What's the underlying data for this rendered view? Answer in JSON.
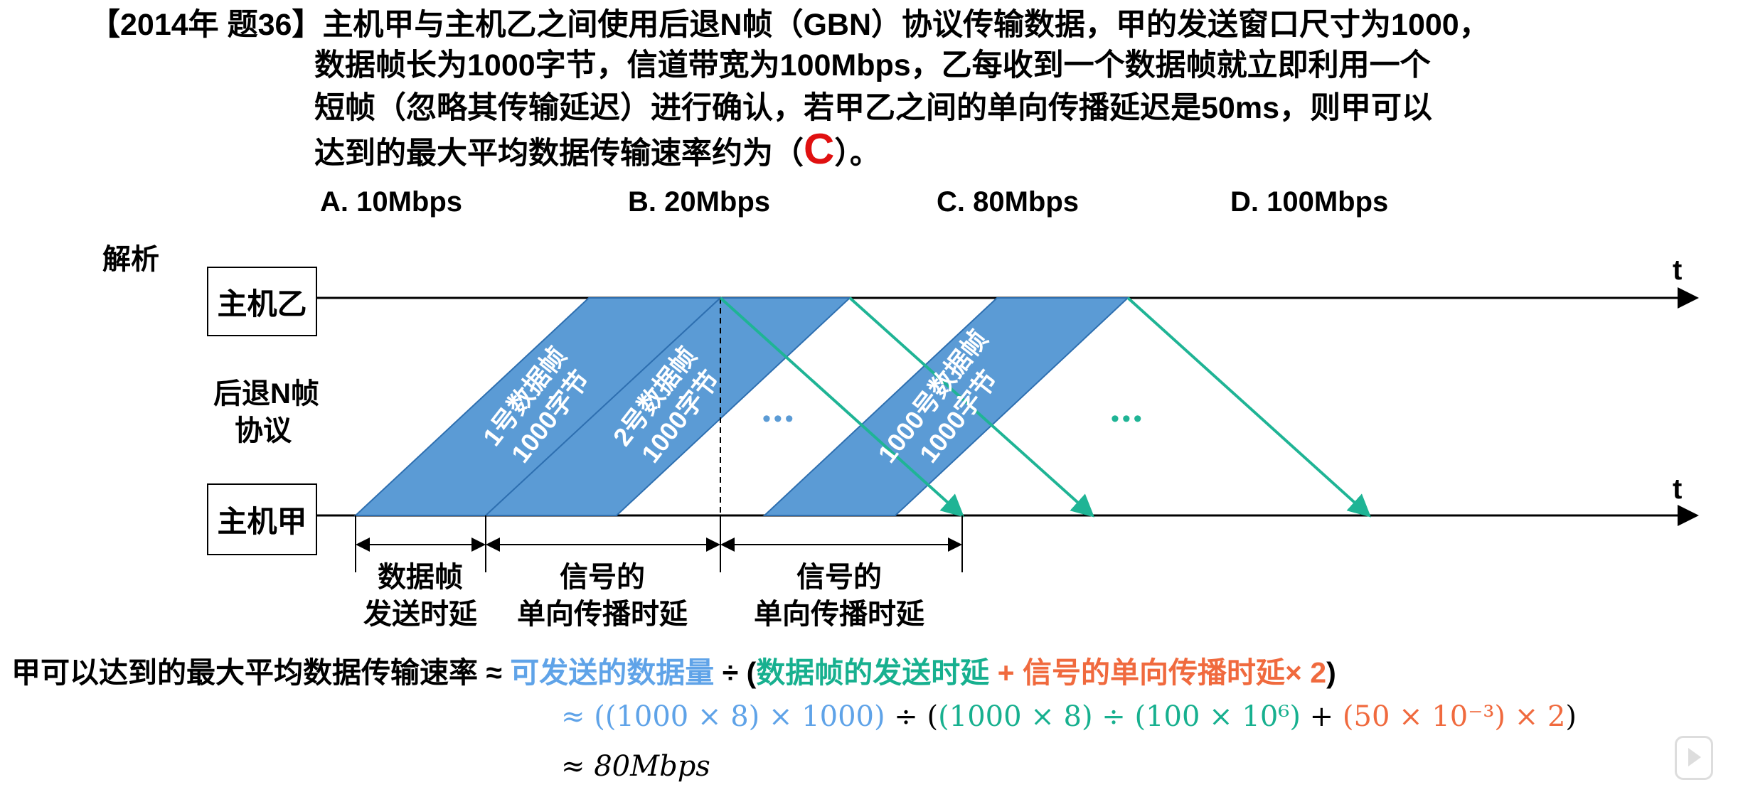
{
  "question": {
    "tag": "【2014年 题36】",
    "lines": [
      "主机甲与主机乙之间使用后退N帧（GBN）协议传输数据，甲的发送窗口尺寸为1000，",
      "数据帧长为1000字节，信道带宽为100Mbps，乙每收到一个数据帧就立即利用一个",
      "短帧（忽略其传输延迟）进行确认，若甲乙之间的单向传播延迟是50ms，则甲可以",
      "达到的最大平均数据传输速率约为（"
    ],
    "answer": "C",
    "tail": "）。",
    "options": [
      "A. 10Mbps",
      "B. 20Mbps",
      "C. 80Mbps",
      "D. 100Mbps"
    ]
  },
  "analysis": {
    "heading": "解析",
    "host_b": "主机乙",
    "host_a": "主机甲",
    "protocol_line1": "后退N帧",
    "protocol_line2": "协议",
    "axis_label": "t",
    "frames": [
      {
        "line1": "1号数据帧",
        "line2": "1000字节"
      },
      {
        "line1": "2号数据帧",
        "line2": "1000字节"
      },
      {
        "line1": "1000号数据帧",
        "line2": "1000字节"
      }
    ],
    "dots": "•••",
    "dims": [
      {
        "line1": "数据帧",
        "line2": "发送时延"
      },
      {
        "line1": "信号的",
        "line2": "单向传播时延"
      },
      {
        "line1": "信号的",
        "line2": "单向传播时延"
      }
    ],
    "colors": {
      "frame": "#5b9bd5",
      "ack": "#1fb495"
    }
  },
  "formula": {
    "lhs": "甲可以达到的最大平均数据传输速率 ≈ ",
    "data_amount": "可发送的数据量",
    "div": "  ÷  (",
    "send_delay": "数据帧的发送时延",
    "plus": " + ",
    "prop_delay": "信号的单向传播时延× 2",
    "close": ")",
    "line2_approx": "≈ ",
    "line2_blue": "((1000 × 8) × 1000)",
    "line2_div": " ÷  (",
    "line2_green": "(1000 × 8) ÷ (100 × 10⁶)",
    "line2_plus": "  +  ",
    "line2_orange": "(50 × 10⁻³) × 2",
    "line2_close": ")",
    "line3": "≈ 80Mbps"
  }
}
